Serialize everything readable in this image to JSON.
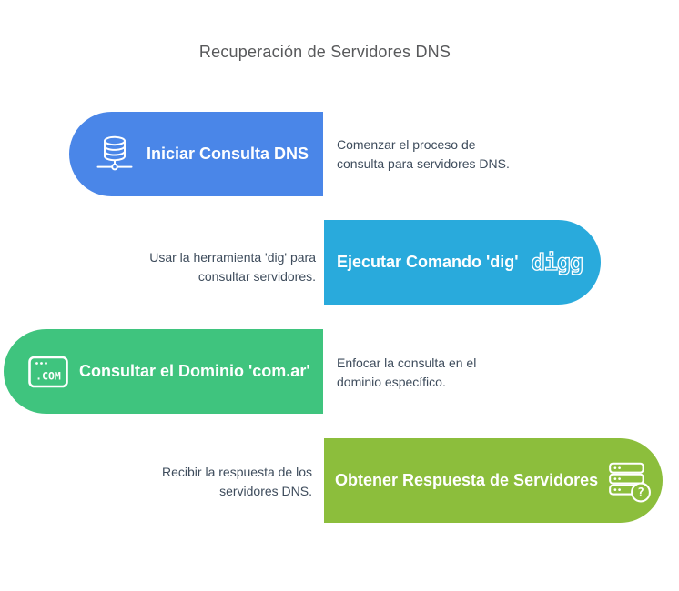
{
  "title": "Recuperación de Servidores DNS",
  "colors": {
    "background": "#ffffff",
    "title_text": "#58595b",
    "description_text": "#3e4c5c",
    "step1_blue": "#4a86e8",
    "step2_cyan": "#29aadc",
    "step3_green": "#3fc47e",
    "step4_lime": "#8cbe3c"
  },
  "steps": [
    {
      "label": "Iniciar Consulta DNS",
      "description_line1": "Comenzar el proceso de",
      "description_line2": "consulta para servidores DNS.",
      "color": "#4a86e8",
      "icon": "database-network-icon"
    },
    {
      "label": "Ejecutar Comando 'dig'",
      "description_line1": "Usar la herramienta 'dig' para",
      "description_line2": "consultar servidores.",
      "color": "#29aadc",
      "icon": "digg-logo",
      "icon_text": "digg"
    },
    {
      "label": "Consultar el Dominio 'com.ar'",
      "description_line1": "Enfocar la consulta en el",
      "description_line2": "dominio específico.",
      "color": "#3fc47e",
      "icon": "com-domain-window-icon",
      "icon_text": ".COM"
    },
    {
      "label": "Obtener Respuesta de Servidores",
      "description_line1": "Recibir la respuesta de los",
      "description_line2": "servidores DNS.",
      "color": "#8cbe3c",
      "icon": "server-question-icon",
      "icon_badge": "?"
    }
  ]
}
